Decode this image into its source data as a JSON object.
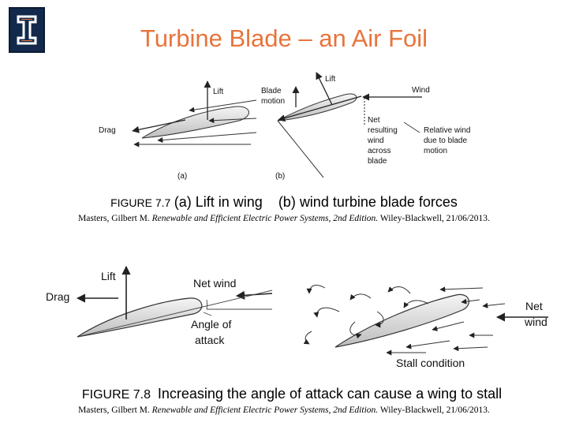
{
  "slide": {
    "title": "Turbine Blade – an Air Foil",
    "logo": "illinois-block-i-logo"
  },
  "figure1": {
    "panel_a": {
      "lift": "Lift",
      "drag": "Drag",
      "panel_label": "(a)"
    },
    "panel_b": {
      "lift": "Lift",
      "blade_motion_line1": "Blade",
      "blade_motion_line2": "motion",
      "wind": "Wind",
      "net_line1": "Net",
      "net_line2": "resulting",
      "net_line3": "wind",
      "net_line4": "across",
      "net_line5": "blade",
      "relwind_line1": "Relative wind",
      "relwind_line2": "due to blade",
      "relwind_line3": "motion",
      "panel_label": "(b)"
    },
    "caption_prefix": "FIGURE 7.7",
    "caption_text": "(a) Lift in wing    (b) wind turbine blade forces",
    "citation_author": "Masters, Gilbert M.",
    "citation_title": "Renewable and Efficient Electric Power Systems,",
    "citation_edition": " 2nd Edition.",
    "citation_rest": " Wiley-Blackwell, 21/06/2013."
  },
  "figure2": {
    "lift": "Lift",
    "drag": "Drag",
    "net_wind_left": "Net wind",
    "angle_line1": "Angle of",
    "angle_line2": "attack",
    "net_wind_right_line1": "Net",
    "net_wind_right_line2": "wind",
    "stall": "Stall condition",
    "caption_prefix": "FIGURE 7.8",
    "caption_text": "Increasing the angle of attack can cause a wing to stall",
    "citation_author": "Masters, Gilbert M.",
    "citation_title": "Renewable and Efficient Electric Power Systems,",
    "citation_edition": " 2nd Edition.",
    "citation_rest": " Wiley-Blackwell, 21/06/2013."
  }
}
